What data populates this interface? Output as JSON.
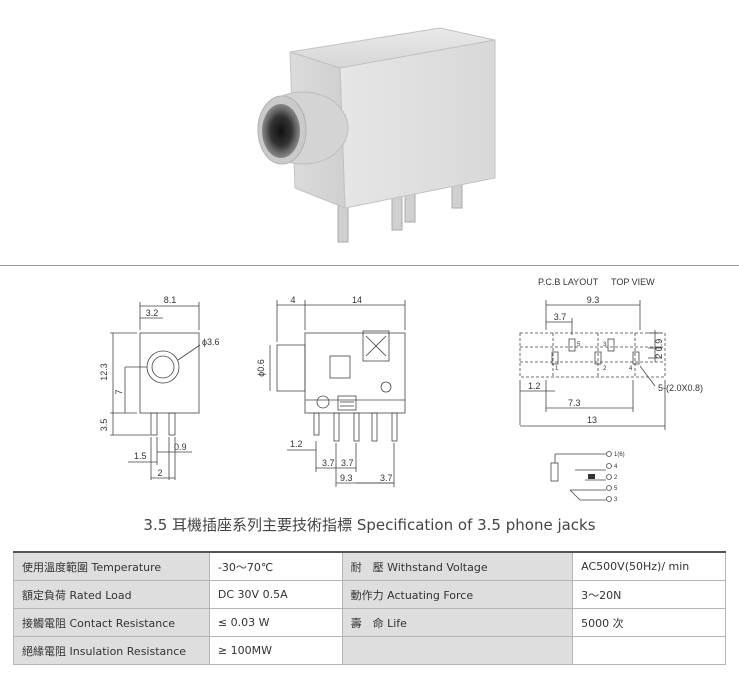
{
  "dims": {
    "front": {
      "w": "8.1",
      "pin_offset": "3.2",
      "hole_dia": "ϕ3.6",
      "h": "12.3",
      "center": "7",
      "pin_len": "3.5",
      "pin_off": "1.5",
      "pin_w": "0.9",
      "pin_gap": "2"
    },
    "side": {
      "front": "4",
      "body": "14",
      "hole": "ϕ0.6",
      "pin_a": "1.2",
      "p1": "3.7",
      "p2": "3.7",
      "span": "9.3",
      "tail": "3.7"
    },
    "pcb": {
      "title": "P.C.B LAYOUT",
      "subtitle": "TOP VIEW",
      "w1": "9.3",
      "w2": "3.7",
      "h1": "0.9",
      "h2": "2",
      "left": "1.2",
      "mid": "7.3",
      "total": "13",
      "holes": "5-(2.0X0.8)",
      "n1": "1",
      "n2": "2",
      "n3": "3",
      "n4": "4",
      "n5": "5"
    },
    "schematic": {
      "t1": "1(6)",
      "t4": "4",
      "t2": "2",
      "t5": "5",
      "t3": "3"
    }
  },
  "title": "3.5 耳機插座系列主要技術指標 Specification of 3.5 phone jacks",
  "table": {
    "r1": {
      "l1": "使用溫度範圍 Temperature",
      "v1": "-30～70℃",
      "l2": "耐　壓 Withstand Voltage",
      "v2": "AC500V(50Hz)/ min"
    },
    "r2": {
      "l1": "額定負荷 Rated Load",
      "v1": "DC 30V 0.5A",
      "l2": "動作力 Actuating Force",
      "v2": "3～20N"
    },
    "r3": {
      "l1": "接觸電阻 Contact Resistance",
      "v1": "≤ 0.03 W",
      "l2": "壽　命 Life",
      "v2": "5000 次"
    },
    "r4": {
      "l1": "絕緣電阻 Insulation Resistance",
      "v1": "≥ 100MW"
    }
  }
}
